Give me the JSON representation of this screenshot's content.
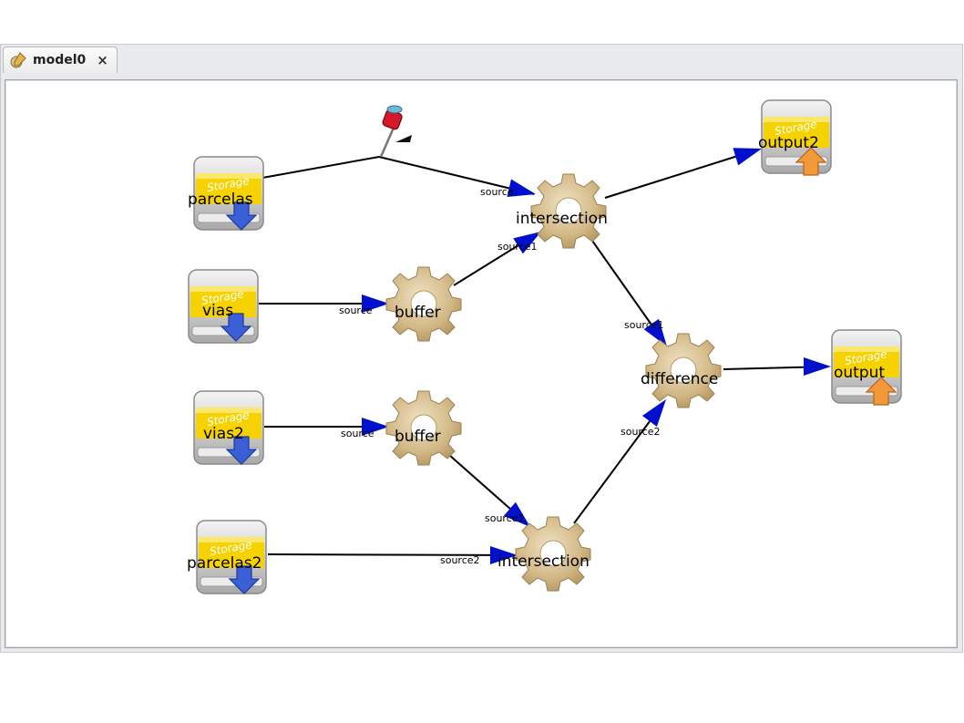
{
  "tab": {
    "title": "model0",
    "close": "×"
  },
  "nodes": {
    "parcelas": "parcelas",
    "vias": "vias",
    "vias2": "vias2",
    "parcelas2": "parcelas2",
    "buffer1": "buffer",
    "buffer2": "buffer",
    "intersection1": "intersection",
    "intersection2": "intersection",
    "difference": "difference",
    "output2": "output2",
    "output": "output"
  },
  "storage_label": "Storage",
  "ports": {
    "source": "source",
    "source1": "source1",
    "source2": "source2"
  },
  "colors": {
    "storage_yellow": "#f5d200",
    "arrow_blue": "#0010cc",
    "gear": "#d2b98a",
    "input_arrow": "#3a5fd6",
    "output_arrow": "#f29a3a"
  }
}
